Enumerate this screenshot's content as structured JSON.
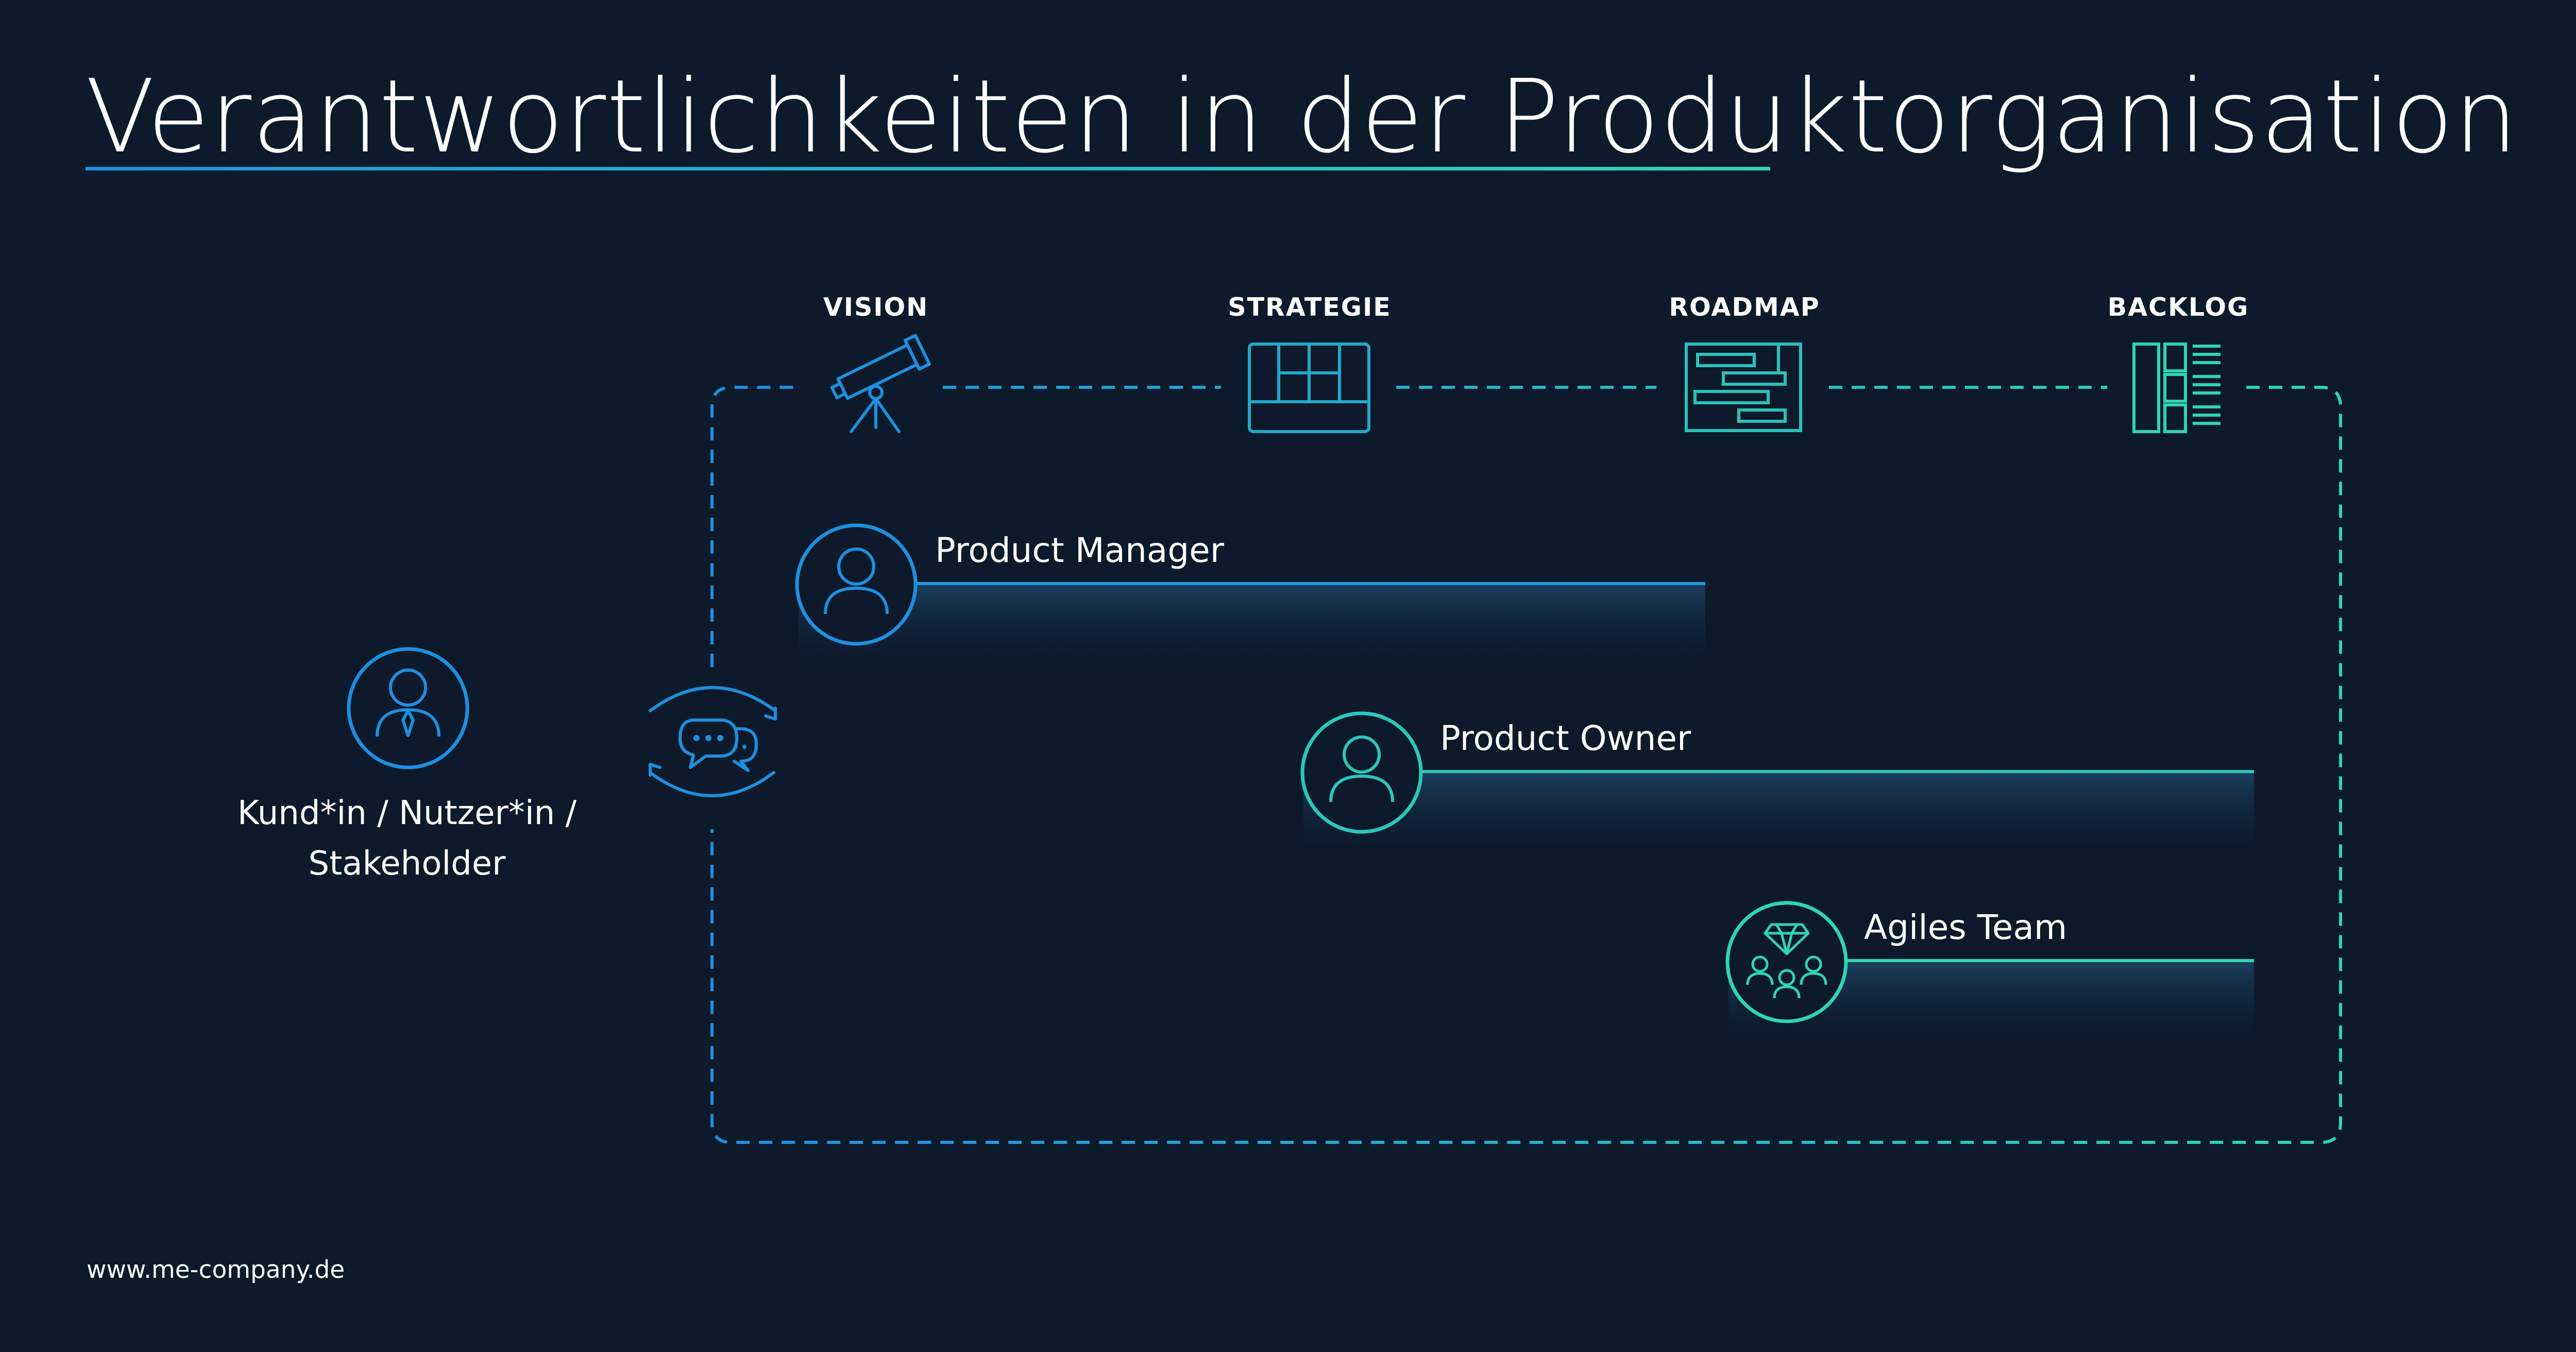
{
  "title": "Verantwortlichkeiten in der Produktorganisation",
  "phases": [
    {
      "label": "VISION",
      "icon": "telescope-icon"
    },
    {
      "label": "STRATEGIE",
      "icon": "strategy-board-icon"
    },
    {
      "label": "ROADMAP",
      "icon": "roadmap-icon"
    },
    {
      "label": "BACKLOG",
      "icon": "backlog-icon"
    }
  ],
  "roles": [
    {
      "label": "Product Manager",
      "icon": "person-icon"
    },
    {
      "label": "Product Owner",
      "icon": "person-icon"
    },
    {
      "label": "Agiles Team",
      "icon": "team-diamond-icon"
    }
  ],
  "customer": {
    "line1": "Kund*in / Nutzer*in /",
    "line2": "Stakeholder",
    "icon": "businessperson-icon"
  },
  "exchange_icon": "conversation-cycle-icon",
  "footer": "www.me-company.de",
  "colors": {
    "background": "#0c1a2b",
    "blue": "#1e8fe0",
    "teal": "#2fd6b0"
  }
}
